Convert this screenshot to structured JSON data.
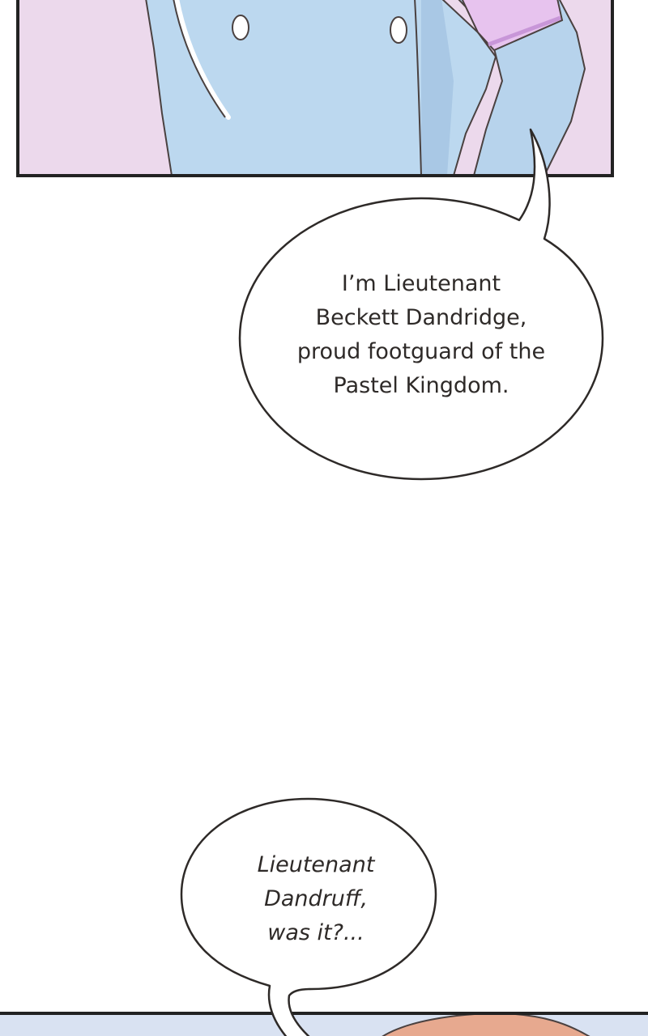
{
  "panels": {
    "top_panel": {
      "background_color": "#ecd9ec",
      "coat_color": "#bcd8ef",
      "sleeve_band_color": "#e7c3ee"
    },
    "bottom_panel": {
      "background_color": "#d9e2f2",
      "hair_color": "#e7a98f"
    }
  },
  "speech_bubbles": [
    {
      "lines": [
        "I’m Lieutenant",
        "Beckett Dandridge,",
        "proud footguard of the",
        "Pastel Kingdom."
      ]
    },
    {
      "lines": [
        "Lieutenant",
        "Dandruff,",
        "was it?..."
      ]
    }
  ]
}
